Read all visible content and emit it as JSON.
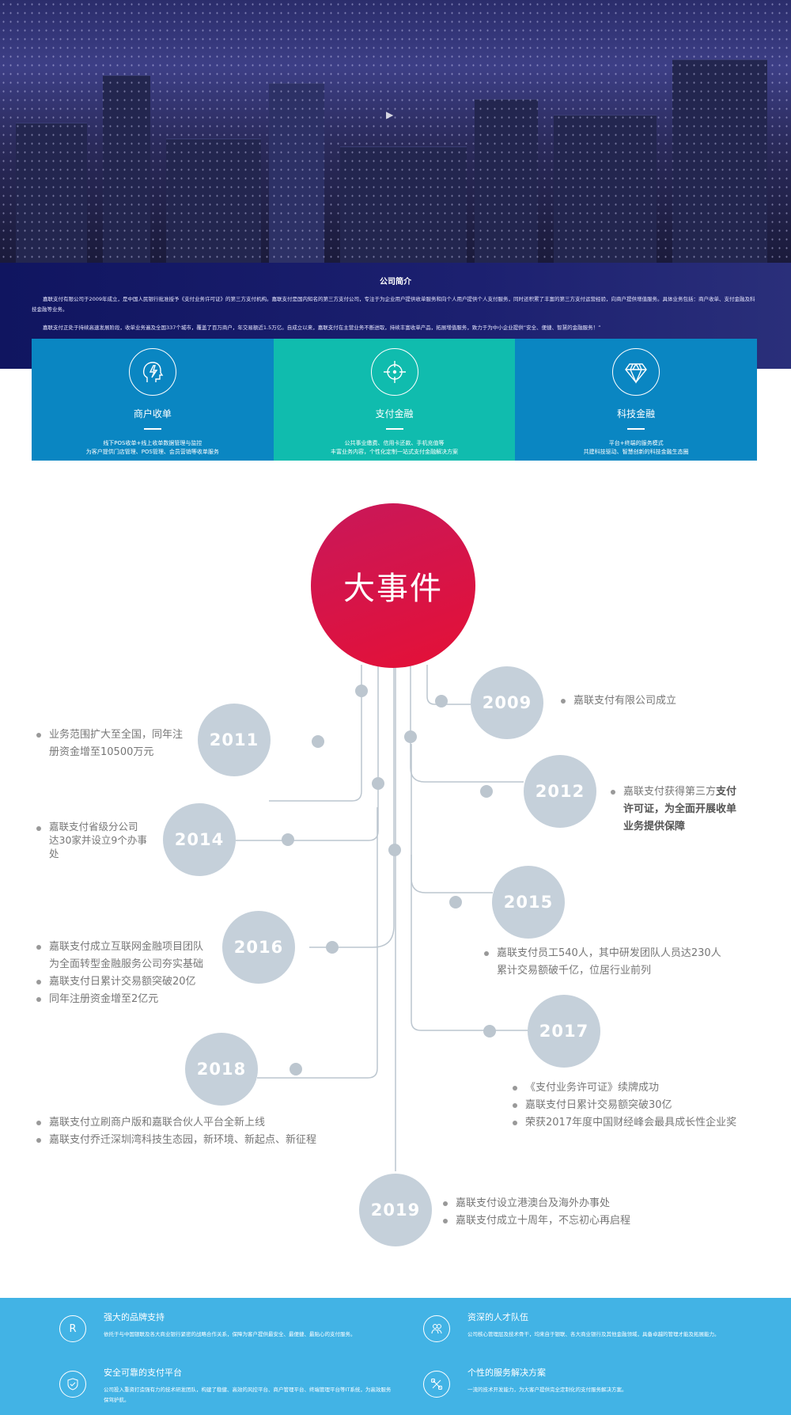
{
  "intro": {
    "title": "公司简介",
    "p1": "嘉联支付有限公司于2009年成立，是中国人民银行批准授予《支付业务许可证》的第三方支付机构。嘉联支付是国内知名的第三方支付公司，专注于为企业用户提供收单服务和向个人用户提供个人支付服务，同时还积累了丰富的第三方支付运营经验，向商户提供增值服务。具体业务包括：商户收单、支付金融及科技金融等业务。",
    "p2": "嘉联支付正处于持续高速发展阶段，收单业务遍及全国337个城市，覆盖了百万商户，年交易额近1.5万亿。自成立以来，嘉联支付在主营业务不断进取，持续丰富收单产品，拓展增值服务，致力于为中小企业提供“安全、便捷、智慧的金融服务！”"
  },
  "cards": [
    {
      "title": "商户收单",
      "icon": "head-lightning-icon",
      "color": "#0a86c2",
      "l1": "线下POS收单+线上收单数据管理与监控",
      "l2": "为客户提供门店管理、POS管理、会员营销等收单服务"
    },
    {
      "title": "支付金融",
      "icon": "target-icon",
      "color": "#10bcae",
      "l1": "公共事业缴费、信用卡还款、手机充值等",
      "l2": "丰富业务内容，个性化定制一站式支付金融解决方案"
    },
    {
      "title": "科技金融",
      "icon": "diamond-icon",
      "color": "#0a86c2",
      "l1": "平台+终端的服务模式",
      "l2": "共建科技驱动、智慧创新的科技金融生态圈"
    }
  ],
  "timeline": {
    "title": "大事件",
    "events": [
      {
        "year": "2009",
        "items": [
          "嘉联支付有限公司成立"
        ]
      },
      {
        "year": "2011",
        "items": [
          "业务范围扩大至全国，同年注册资金增至10500万元"
        ]
      },
      {
        "year": "2012",
        "items": [
          "嘉联支付获得第三方",
          "支付许可证，为全面开展收单业务提供保障"
        ]
      },
      {
        "year": "2014",
        "items": [
          "嘉联支付省级分公司达30家并设立9个办事处"
        ]
      },
      {
        "year": "2015",
        "items": [
          "嘉联支付员工540人，其中研发团队人员达230人累计交易额破千亿，位居行业前列"
        ]
      },
      {
        "year": "2016",
        "items": [
          "嘉联支付成立互联网金融项目团队为全面转型金融服务公司夯实基础",
          "嘉联支付日累计交易额突破20亿",
          "同年注册资金增至2亿元"
        ]
      },
      {
        "year": "2017",
        "items": [
          "《支付业务许可证》续牌成功",
          "嘉联支付日累计交易额突破30亿",
          "荣获2017年度中国财经峰会最具成长性企业奖"
        ]
      },
      {
        "year": "2018",
        "items": [
          "嘉联支付立刷商户版和嘉联合伙人平台全新上线",
          "嘉联支付乔迁深圳湾科技生态园，新环境、新起点、新征程"
        ]
      },
      {
        "year": "2019",
        "items": [
          "嘉联支付设立港澳台及海外办事处",
          "嘉联支付成立十周年，不忘初心再启程"
        ]
      }
    ]
  },
  "features": [
    {
      "title": "强大的品牌支持",
      "icon": "registered-icon",
      "glyph": "R",
      "desc": "依托于与中国银联及各大商业银行紧密的战略合作关系，保障为客户提供最安全、最便捷、最贴心的支付服务。"
    },
    {
      "title": "资深的人才队伍",
      "icon": "team-icon",
      "glyph": "",
      "desc": "公司核心管理层及技术骨干，均来自于银联、各大商业银行及其他金融领域，具备卓越的管理才能及拓展能力。"
    },
    {
      "title": "安全可靠的支付平台",
      "icon": "shield-check-icon",
      "glyph": "",
      "desc": "公司投入重资打造强有力的技术研发团队，构建了稳健、高效的风控平台、商户管理平台、终端管理平台等IT系统，为高效服务保驾护航。"
    },
    {
      "title": "个性的服务解决方案",
      "icon": "tools-icon",
      "glyph": "",
      "desc": "一流的技术开发能力，为大客户提供完全定制化的支付服务解决方案。"
    }
  ]
}
